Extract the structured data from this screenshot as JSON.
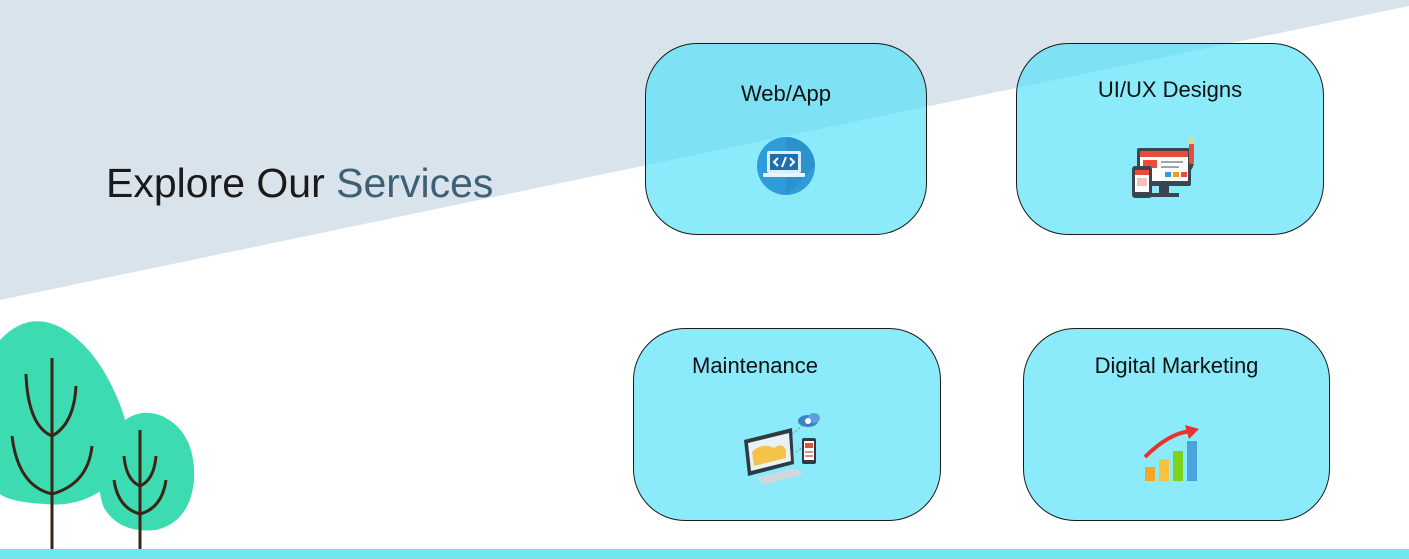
{
  "heading": {
    "prefix": "Explore Our ",
    "accent": "Services"
  },
  "services": [
    {
      "label": "Web/App",
      "icon": "code-laptop-icon"
    },
    {
      "label": "UI/UX Designs",
      "icon": "design-devices-icon"
    },
    {
      "label": "Maintenance",
      "icon": "computer-cloud-devices-icon"
    },
    {
      "label": "Digital Marketing",
      "icon": "growth-chart-icon"
    }
  ],
  "colors": {
    "band": "#d8e3ec",
    "card_fill": "#85e9f7",
    "accent_text": "#3f5f74",
    "tree": "#3ddbb1",
    "footer": "#6ee8ec"
  }
}
